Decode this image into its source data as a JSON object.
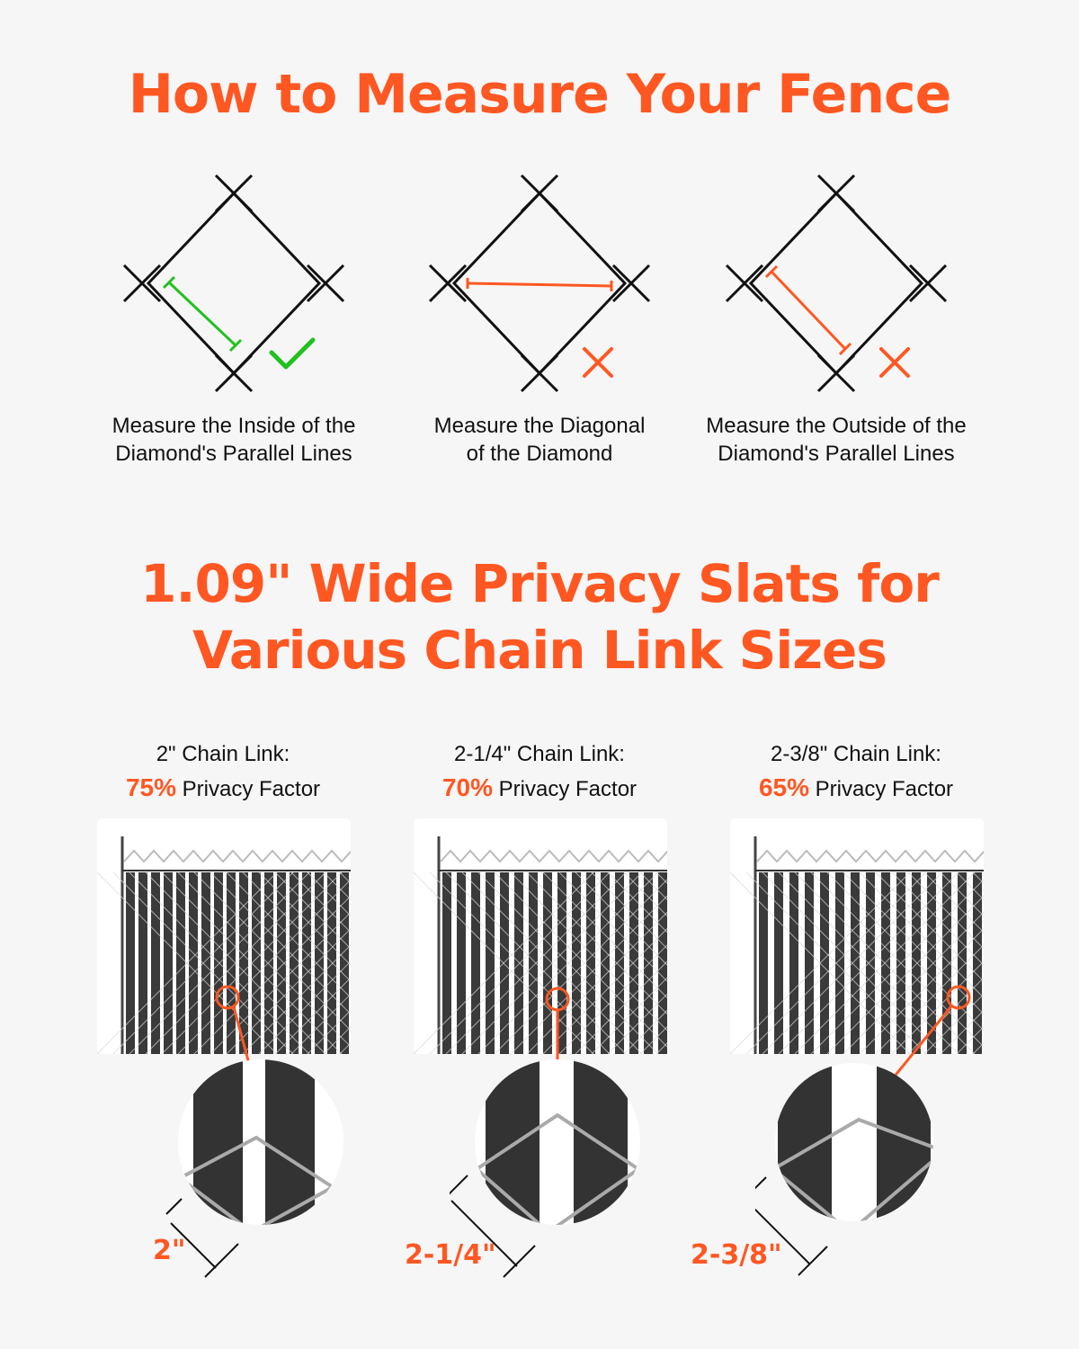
{
  "header": {
    "title": "How to Measure Your Fence"
  },
  "measure_methods": [
    {
      "line1": "Measure the Inside of the",
      "line2": "Diamond's Parallel Lines",
      "verdict_icon": "check-icon",
      "color": "#22c11e"
    },
    {
      "line1": "Measure the Diagonal",
      "line2": "of the Diamond",
      "verdict_icon": "x-icon",
      "color": "#ff5722"
    },
    {
      "line1": "Measure the Outside of the",
      "line2": "Diamond's Parallel Lines",
      "verdict_icon": "x-icon",
      "color": "#ff5722"
    }
  ],
  "section2": {
    "title_line1": "1.09\" Wide Privacy Slats for",
    "title_line2": "Various Chain Link Sizes"
  },
  "sizes": [
    {
      "heading": "2\" Chain Link:",
      "privacy_pct": "75%",
      "privacy_label": "Privacy Factor",
      "dimension": "2\""
    },
    {
      "heading": "2-1/4\" Chain Link:",
      "privacy_pct": "70%",
      "privacy_label": "Privacy Factor",
      "dimension": "2-1/4\""
    },
    {
      "heading": "2-3/8\" Chain Link:",
      "privacy_pct": "65%",
      "privacy_label": "Privacy Factor",
      "dimension": "2-3/8\""
    }
  ],
  "colors": {
    "accent": "#ff5722",
    "correct": "#22c11e",
    "slat": "#3a3a3a",
    "background": "#f6f6f6"
  }
}
